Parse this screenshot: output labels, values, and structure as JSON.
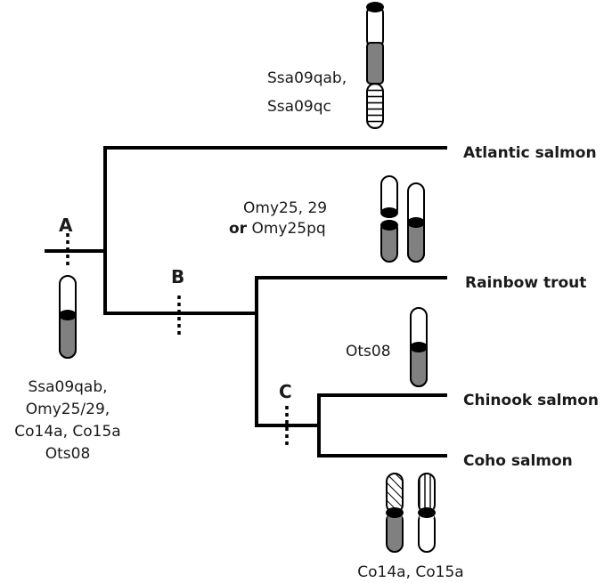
{
  "species": {
    "atlantic": "Atlantic salmon",
    "rainbow": "Rainbow trout",
    "chinook": "Chinook salmon",
    "coho": "Coho salmon"
  },
  "nodes": {
    "a": "A",
    "b": "B",
    "c": "C"
  },
  "notes": {
    "atlantic_line1": "Ssa09qab,",
    "atlantic_line2": "Ssa09qc",
    "rainbow_line1": "Omy25, 29",
    "rainbow_or": "or",
    "rainbow_line2_rest": " Omy25pq",
    "chinook": "Ots08",
    "coho": "Co14a, Co15a",
    "ancestral_line1": "Ssa09qab,",
    "ancestral_line2": "Omy25/29,",
    "ancestral_line3": "Co14a, Co15a",
    "ancestral_line4": "Ots08"
  },
  "colors": {
    "line": "#000000",
    "fill_gray": "#808080",
    "centromere": "#000000"
  }
}
